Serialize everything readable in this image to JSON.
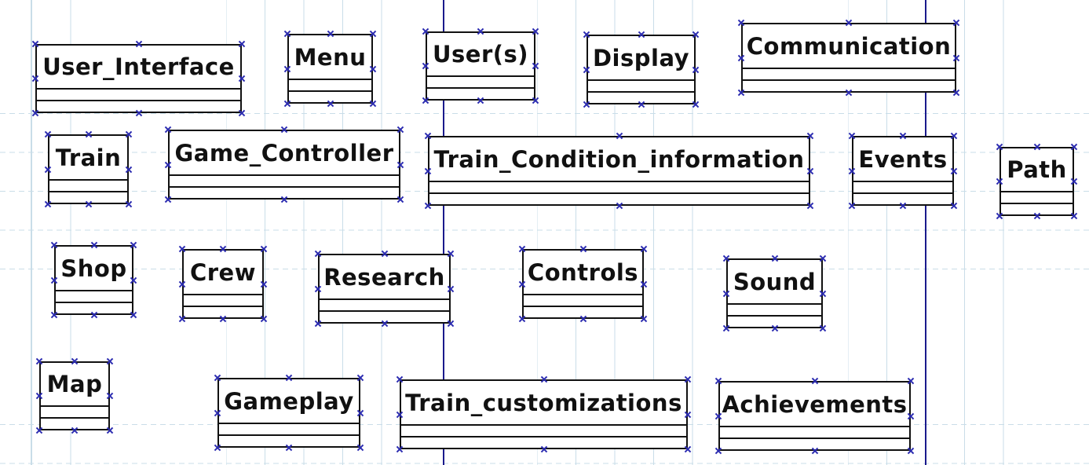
{
  "classes": {
    "user_interface": "User_Interface",
    "menu": "Menu",
    "users": "User(s)",
    "display": "Display",
    "communication": "Communication",
    "train": "Train",
    "game_controller": "Game_Controller",
    "train_condition_information": "Train_Condition_information",
    "events": "Events",
    "path": "Path",
    "shop": "Shop",
    "crew": "Crew",
    "research": "Research",
    "controls": "Controls",
    "sound": "Sound",
    "map": "Map",
    "gameplay": "Gameplay",
    "train_customizations": "Train_customizations",
    "achievements": "Achievements"
  },
  "colors": {
    "background": "#ffffff",
    "grid": "#c9dde8",
    "lifeline": "#1a1a8c",
    "selection_handle": "#2b2bb0",
    "box_border": "#111111"
  }
}
